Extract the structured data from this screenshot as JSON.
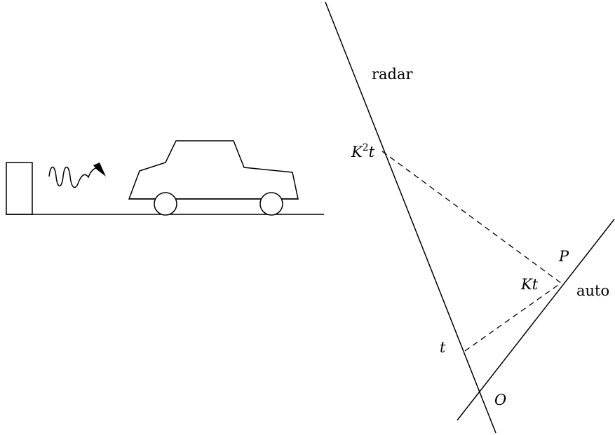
{
  "labels": {
    "radar": "radar",
    "auto": "auto",
    "k2t_main": "K",
    "k2t_sup": "2",
    "k2t_t": "t",
    "kt": "Kt",
    "p": "P",
    "t": "t",
    "o": "O"
  }
}
